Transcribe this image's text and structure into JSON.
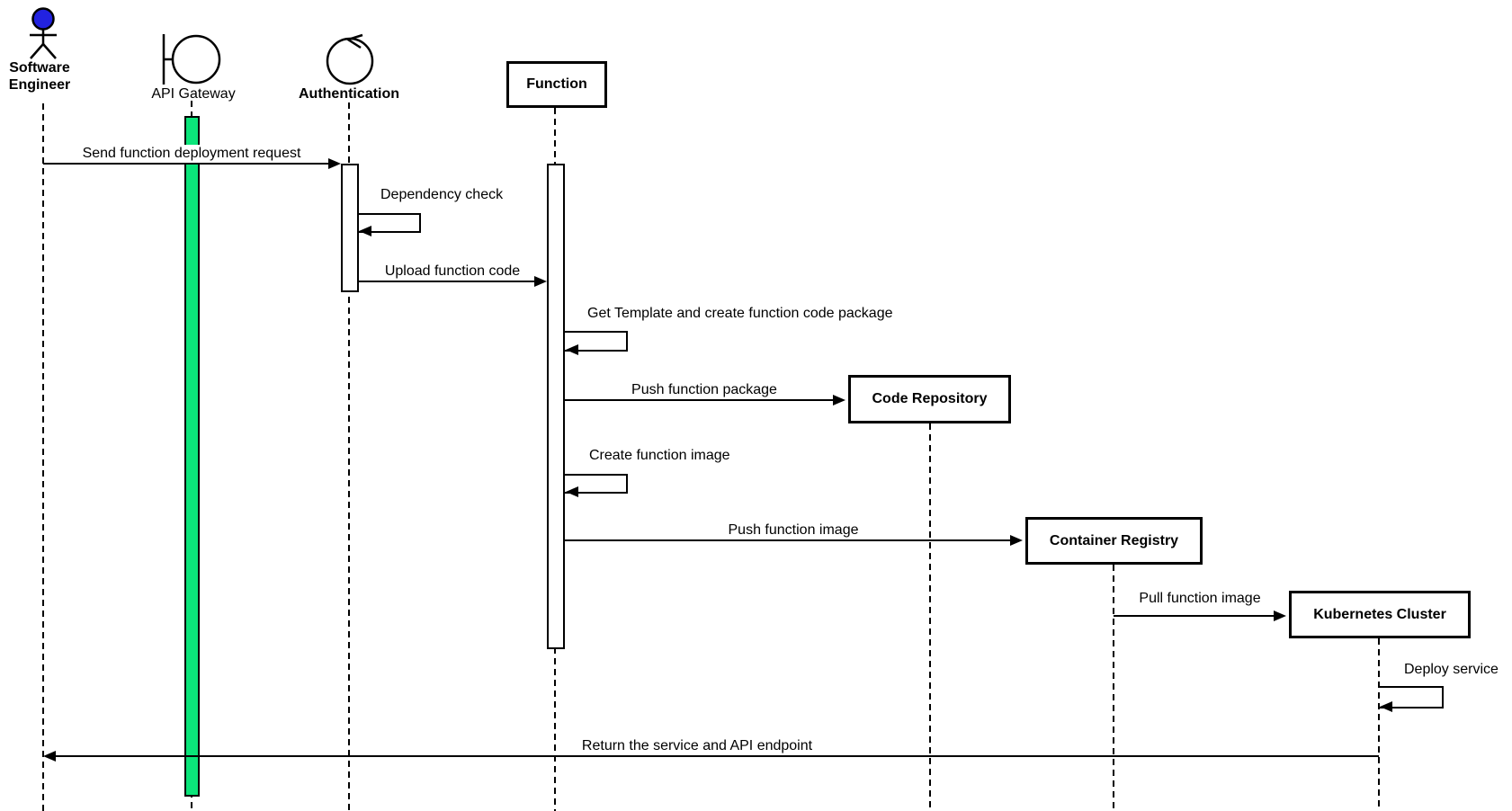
{
  "colors": {
    "background": "#ffffff",
    "line": "#000000",
    "activation_green": "#0be57a",
    "activation_white": "#ffffff",
    "actor_head_blue": "#2222e0"
  },
  "participants": {
    "software_engineer": {
      "label": "Software Engineer",
      "kind": "actor"
    },
    "api_gateway": {
      "label": "API Gateway",
      "kind": "boundary"
    },
    "authentication": {
      "label": "Authentication",
      "kind": "control"
    },
    "function": {
      "label": "Function",
      "kind": "object"
    },
    "code_repository": {
      "label": "Code Repository",
      "kind": "object"
    },
    "container_registry": {
      "label": "Container Registry",
      "kind": "object"
    },
    "kubernetes_cluster": {
      "label": "Kubernetes Cluster",
      "kind": "object"
    }
  },
  "messages": {
    "send_request": {
      "label": "Send function deployment request",
      "from": "Software Engineer",
      "to": "Authentication"
    },
    "dependency_check": {
      "label": "Dependency check",
      "from": "Authentication",
      "to": "Authentication"
    },
    "upload_code": {
      "label": "Upload function code",
      "from": "Authentication",
      "to": "Function"
    },
    "get_template": {
      "label": "Get Template and create function code package",
      "from": "Function",
      "to": "Function"
    },
    "push_package": {
      "label": "Push function package",
      "from": "Function",
      "to": "Code Repository"
    },
    "create_image": {
      "label": "Create function image",
      "from": "Function",
      "to": "Function"
    },
    "push_image": {
      "label": "Push function image",
      "from": "Function",
      "to": "Container Registry"
    },
    "pull_image": {
      "label": "Pull function image",
      "from": "Container Registry",
      "to": "Kubernetes Cluster"
    },
    "deploy_service": {
      "label": "Deploy service",
      "from": "Kubernetes Cluster",
      "to": "Kubernetes Cluster"
    },
    "return_endpoint": {
      "label": "Return the service and API endpoint",
      "from": "Kubernetes Cluster",
      "to": "Software Engineer"
    }
  }
}
